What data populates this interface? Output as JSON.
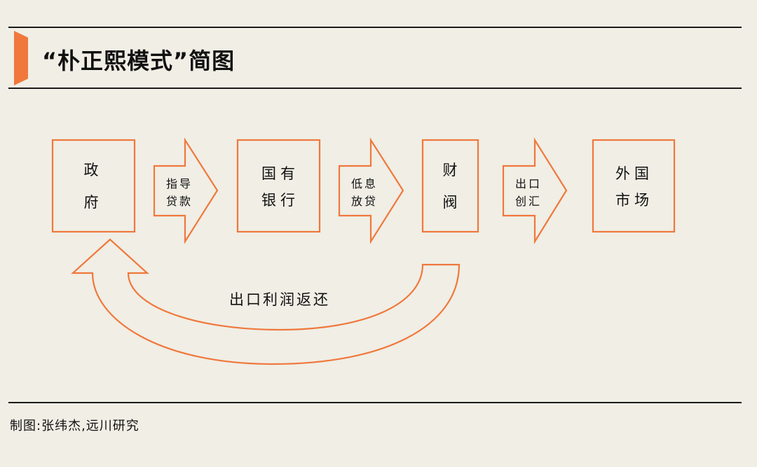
{
  "header": {
    "title": "“朴正熙模式”简图"
  },
  "nodes": [
    {
      "line1": "政",
      "line2": "府"
    },
    {
      "line1": "国有",
      "line2": "银行"
    },
    {
      "line1": "财",
      "line2": "阀"
    },
    {
      "line1": "外国",
      "line2": "市场"
    }
  ],
  "arrows": [
    {
      "line1": "指导",
      "line2": "贷款"
    },
    {
      "line1": "低息",
      "line2": "放贷"
    },
    {
      "line1": "出口",
      "line2": "创汇"
    }
  ],
  "return_arrow": {
    "label": "出口利润返还"
  },
  "footer": {
    "credit": "制图:张纬杰,远川研究"
  },
  "colors": {
    "accent": "#f0783c",
    "background": "#f0eee5",
    "text": "#111111"
  }
}
